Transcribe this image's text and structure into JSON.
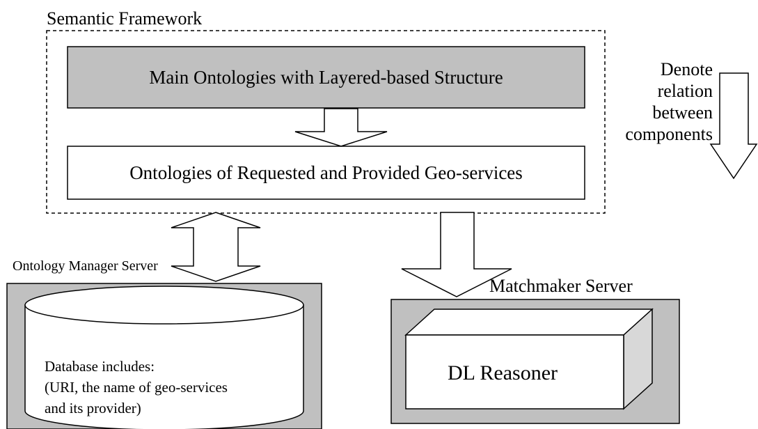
{
  "framework": {
    "title": "Semantic Framework",
    "main_ontologies": "Main Ontologies with Layered-based Structure",
    "service_ontologies": "Ontologies of Requested and Provided Geo-services"
  },
  "legend": {
    "lines": [
      "Denote",
      "relation",
      "between",
      "components"
    ]
  },
  "ontology_manager": {
    "title": "Ontology Manager Server",
    "db_lines": [
      "Database includes:",
      "(URI, the name of geo-services",
      "and its provider)"
    ]
  },
  "matchmaker": {
    "title": "Matchmaker Server",
    "reasoner": "DL Reasoner"
  },
  "colors": {
    "main_box_fill": "#c0c0c0",
    "server_fill": "#c0c0c0",
    "side_fill": "#d8d8d8",
    "stroke": "#000000"
  }
}
